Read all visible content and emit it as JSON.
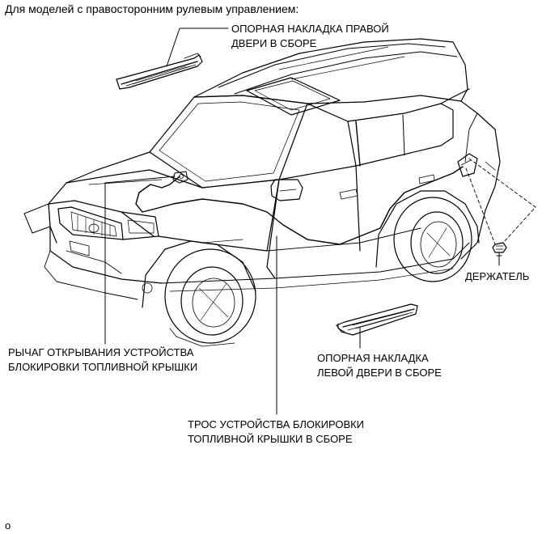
{
  "header": "Для моделей с правосторонним рулевым управлением:",
  "labels": {
    "right_door_plate": [
      "ОПОРНАЯ НАКЛАДКА ПРАВОЙ",
      "ДВЕРИ В СБОРЕ"
    ],
    "holder": [
      "ДЕРЖАТЕЛЬ"
    ],
    "lever": [
      "РЫЧАГ ОТКРЫВАНИЯ УСТРОЙСТВА",
      "БЛОКИРОВКИ ТОПЛИВНОЙ КРЫШКИ"
    ],
    "left_door_plate": [
      "ОПОРНАЯ НАКЛАДКА",
      "ЛЕВОЙ ДВЕРИ В СБОРЕ"
    ],
    "cable": [
      "ТРОС УСТРОЙСТВА БЛОКИРОВКИ",
      "ТОПЛИВНОЙ КРЫШКИ В СБОРЕ"
    ]
  },
  "footer_mark": "o"
}
